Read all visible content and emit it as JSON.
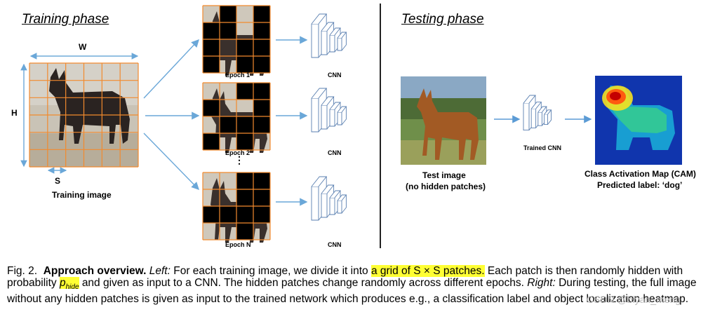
{
  "phases": {
    "training": "Training phase",
    "testing": "Testing phase"
  },
  "training_image": {
    "label": "Training image",
    "w": "W",
    "h": "H",
    "s": "S",
    "grid_rows": 6,
    "grid_cols": 6
  },
  "epochs": [
    {
      "label": "Epoch 1",
      "hidden": [
        [
          0,
          1
        ],
        [
          0,
          3
        ],
        [
          1,
          0
        ],
        [
          1,
          1
        ],
        [
          1,
          3
        ],
        [
          2,
          0
        ],
        [
          2,
          2
        ],
        [
          2,
          3
        ],
        [
          3,
          0
        ],
        [
          3,
          2
        ],
        [
          3,
          3
        ]
      ]
    },
    {
      "label": "Epoch 2",
      "hidden": [
        [
          0,
          2
        ],
        [
          0,
          3
        ],
        [
          1,
          0
        ],
        [
          1,
          3
        ],
        [
          2,
          1
        ],
        [
          2,
          2
        ],
        [
          2,
          3
        ],
        [
          3,
          0
        ],
        [
          3,
          2
        ]
      ]
    },
    {
      "label": "Epoch N",
      "hidden": [
        [
          0,
          2
        ],
        [
          0,
          3
        ],
        [
          1,
          2
        ],
        [
          1,
          3
        ],
        [
          2,
          0
        ],
        [
          2,
          1
        ],
        [
          2,
          2
        ],
        [
          2,
          3
        ],
        [
          3,
          2
        ]
      ]
    }
  ],
  "cnn_label": "CNN",
  "ellipsis": "⋮",
  "test": {
    "image_label_line1": "Test image",
    "image_label_line2": "(no hidden patches)",
    "trained_cnn": "Trained CNN",
    "cam_line1": "Class Activation Map (CAM)",
    "cam_line2": "Predicted label: ‘dog’"
  },
  "caption": {
    "fig": "Fig. 2.",
    "title": "Approach overview.",
    "left": "Left:",
    "t1": "For each training image, we divide it into",
    "highlight": "a grid of S × S patches.",
    "t2": "Each patch is then randomly hidden with probability",
    "p_hide": "p",
    "p_hide_sub": "hide",
    "t3": "and given as input to a CNN. The hidden patches change randomly across different epochs.",
    "right": "Right:",
    "t4": "During testing, the full image without any hidden patches is given as input to the trained network which produces e.g., a classification label and object localization heatmap."
  },
  "watermark": "CSDN @biyan_meng",
  "colors": {
    "grid": "#f28a2e",
    "arrow": "#6aa7d8",
    "cnn": "#5a7fb0",
    "highlight": "#ffff33"
  }
}
